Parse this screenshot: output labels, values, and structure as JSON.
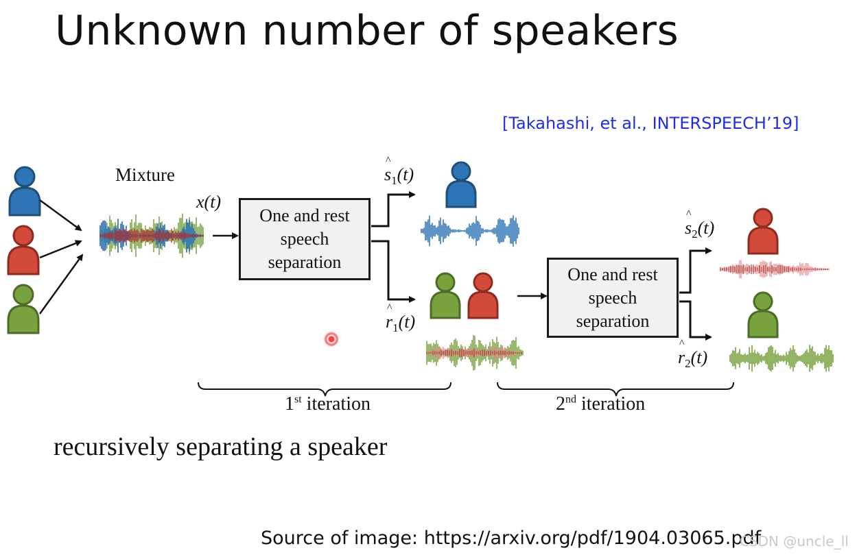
{
  "slide": {
    "title": "Unknown number of speakers",
    "citation": "[Takahashi, et al., INTERSPEECH’19]",
    "caption": "recursively separating a speaker",
    "source": "Source of image: https://arxiv.org/pdf/1904.03065.pdf",
    "watermark": "CSDN @uncle_ll"
  },
  "diagram": {
    "mixture_label": "Mixture",
    "input_label": "x(t)",
    "box_label": "One and rest\nspeech\nseparation",
    "s1_label": "s",
    "s1_sub": "1",
    "r1_label": "r",
    "r1_sub": "1",
    "s2_label": "s",
    "s2_sub": "2",
    "r2_label": "r",
    "r2_sub": "2",
    "arg": "(t)",
    "iteration1_main": "1",
    "iteration1_sup": "st",
    "iteration2_main": "2",
    "iteration2_sup": "nd",
    "iteration_word": " iteration",
    "colors": {
      "blue": "#2e75b6",
      "red": "#d24a3a",
      "green": "#77a23e",
      "dark_red": "#b02a2a",
      "light_red": "#e08a8a"
    }
  }
}
